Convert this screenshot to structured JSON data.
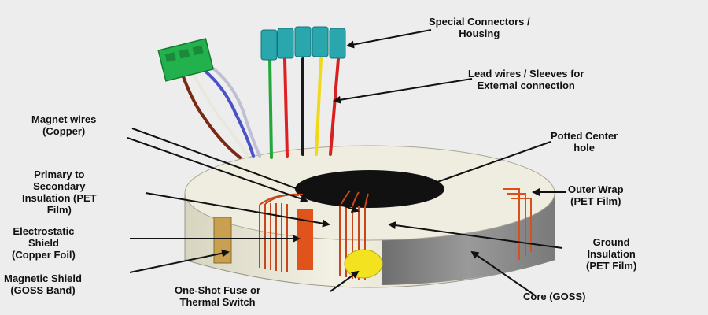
{
  "labels": {
    "special_connectors": "Special Connectors /\nHousing",
    "lead_wires": "Lead wires / Sleeves for\nExternal connection",
    "magnet_wires": "Magnet wires\n(Copper)",
    "potted_center": "Potted Center\nhole",
    "primary_secondary": "Primary to\nSecondary\nInsulation (PET\nFilm)",
    "outer_wrap": "Outer Wrap\n(PET Film)",
    "electrostatic_shield": "Electrostatic\nShield\n(Copper Foil)",
    "ground_insulation": "Ground\nInsulation\n(PET Film)",
    "magnetic_shield": "Magnetic Shield\n(GOSS Band)",
    "one_shot_fuse": "One-Shot Fuse or\nThermal Switch",
    "core": "Core (GOSS)"
  },
  "colors": {
    "background": "#ededed",
    "arrow": "#111111",
    "toroid_body": "#e8e6d6",
    "core": "#8a8a8a",
    "copper_winding": "#d8501c",
    "connector_green": "#22b14c",
    "connector_teal": "#2aa6ad",
    "fuse_yellow": "#f3e21f",
    "shield_band": "#c9a050"
  },
  "wire_colors": [
    "#7a2a14",
    "#f0f0e8",
    "#4a52c8",
    "#c8c8d8",
    "#22a83a",
    "#e02020",
    "#1a1a1a",
    "#f0d81a",
    "#d82020"
  ]
}
